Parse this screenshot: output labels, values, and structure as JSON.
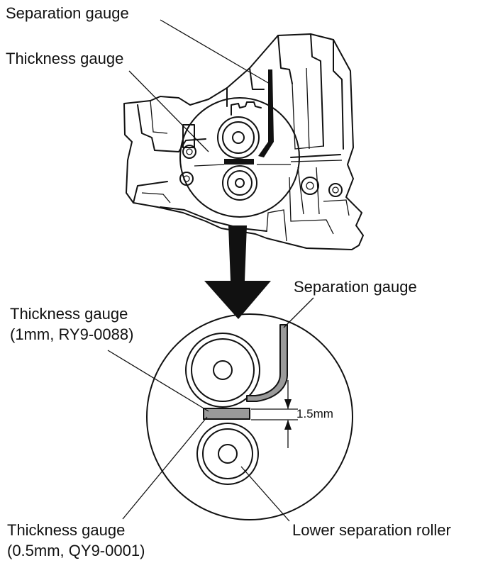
{
  "labels": {
    "top_separation_gauge": "Separation gauge",
    "top_thickness_gauge": "Thickness gauge",
    "separation_gauge": "Separation gauge",
    "thickness_gauge_1mm_line1": "Thickness gauge",
    "thickness_gauge_1mm_line2": "(1mm, RY9-0088)",
    "gap": "1.5mm",
    "thickness_gauge_05mm_line1": "Thickness gauge",
    "thickness_gauge_05mm_line2": "(0.5mm, QY9-0001)",
    "lower_separation_roller": "Lower separation roller"
  }
}
